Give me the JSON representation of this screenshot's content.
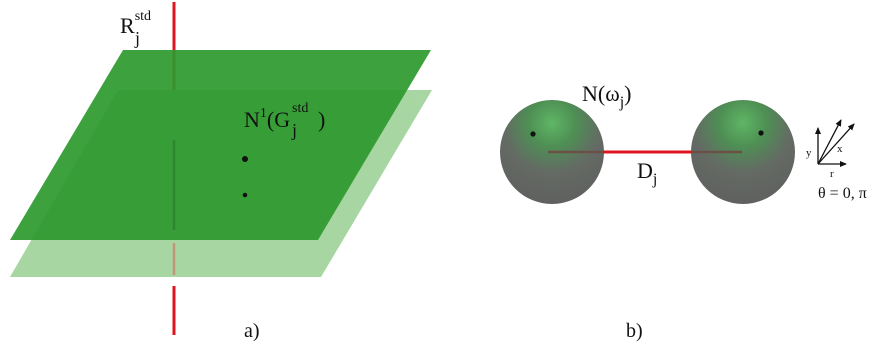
{
  "panel_a": {
    "label": "a)",
    "axis_label_base": "R",
    "axis_label_sub": "j",
    "axis_label_sup": "std",
    "plane_label_pre": "N",
    "plane_label_sup1": "1",
    "plane_label_mid": "(G",
    "plane_label_sub": "j",
    "plane_label_sup2": "std",
    "plane_label_close": ")"
  },
  "panel_b": {
    "label": "b)",
    "sphere_label": "N(ω",
    "sphere_label_sub": "j",
    "sphere_label_close": ")",
    "bond_label_base": "D",
    "bond_label_sub": "j",
    "axes": {
      "y": "y",
      "x": "x",
      "r": "r"
    },
    "angle_label": "θ = 0, π"
  },
  "colors": {
    "plane_dark": "#2e9a2e",
    "plane_light": "#a7d6a3",
    "axis_red": "#e0141c",
    "sphere_dark": "#636363",
    "sphere_green": "#4caf50"
  }
}
